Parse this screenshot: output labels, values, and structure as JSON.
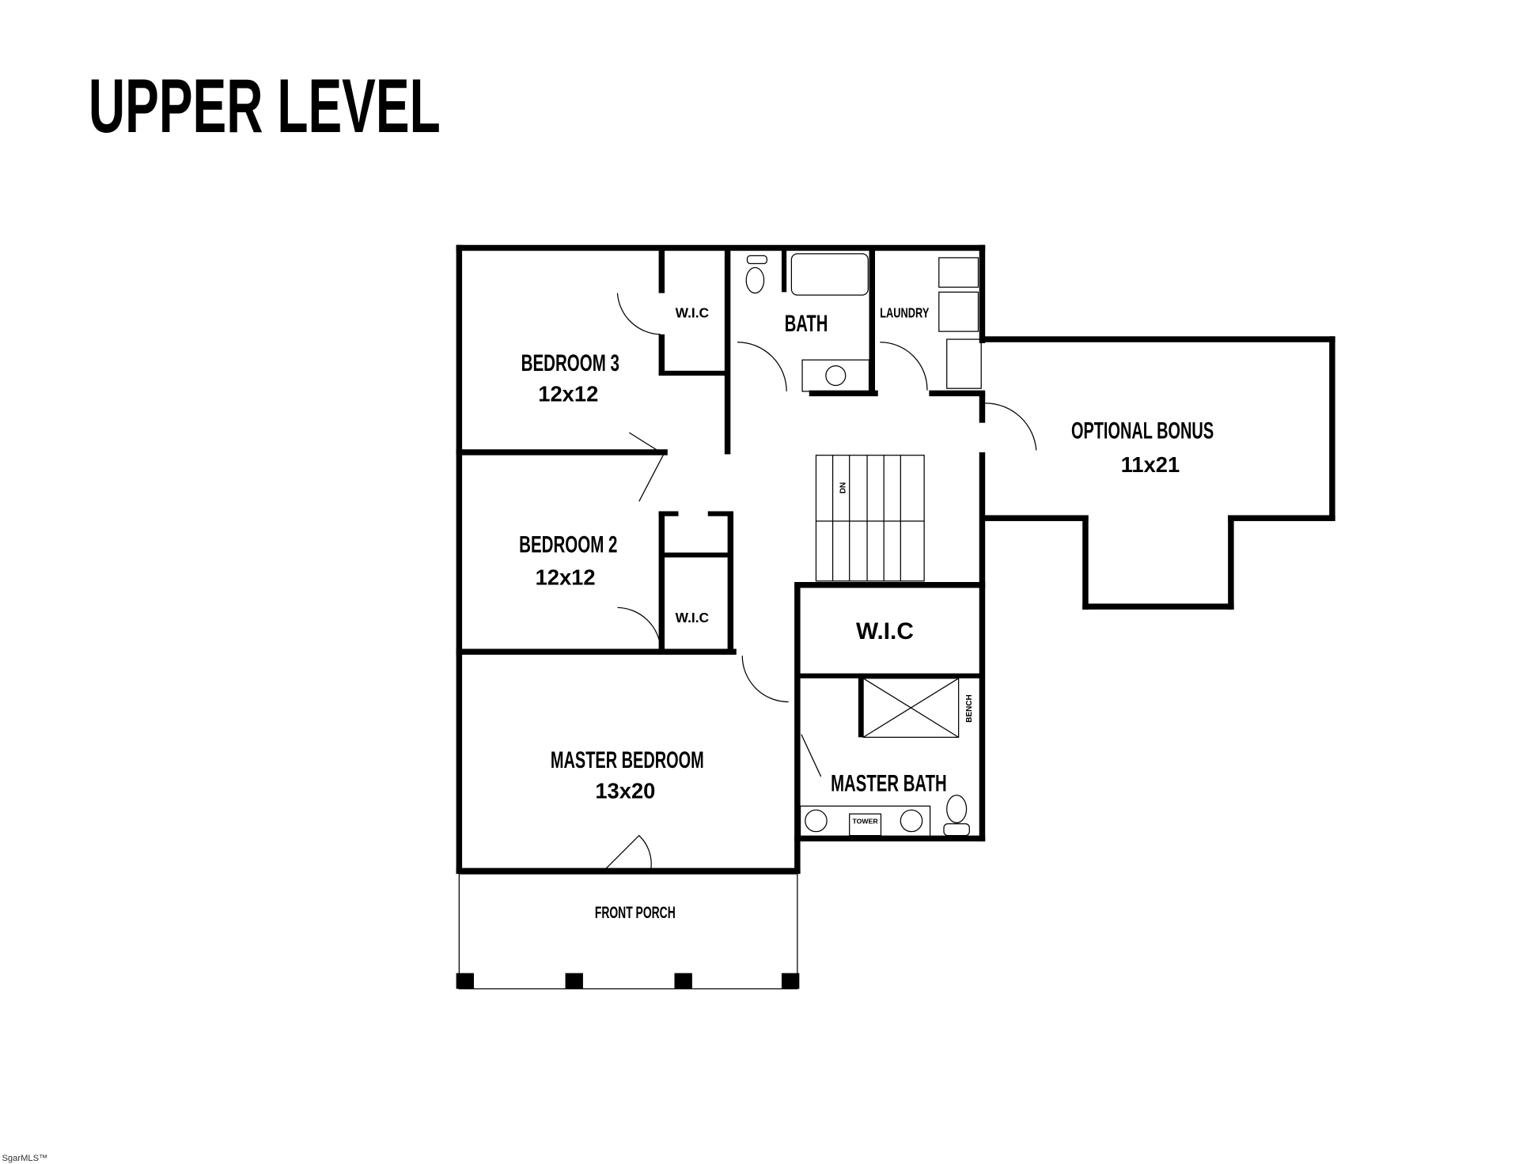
{
  "title": "UPPER LEVEL",
  "rooms": {
    "bedroom3": {
      "name": "BEDROOM 3",
      "size": "12x12"
    },
    "bedroom3_wic": "W.I.C",
    "bath": "BATH",
    "laundry": "LAUNDRY",
    "bonus": {
      "name": "OPTIONAL BONUS",
      "size": "11x21"
    },
    "bedroom2": {
      "name": "BEDROOM 2",
      "size": "12x12"
    },
    "bedroom2_wic": "W.I.C",
    "master_wic": "W.I.C",
    "master_bedroom": {
      "name": "MASTER BEDROOM",
      "size": "13x20"
    },
    "master_bath": "MASTER BATH",
    "bench": "BENCH",
    "tower": "TOWER",
    "stairs": "DN",
    "front_porch": "FRONT PORCH"
  },
  "watermark": "SgarMLS™",
  "colors": {
    "ink": "#000000",
    "background": "#ffffff"
  }
}
